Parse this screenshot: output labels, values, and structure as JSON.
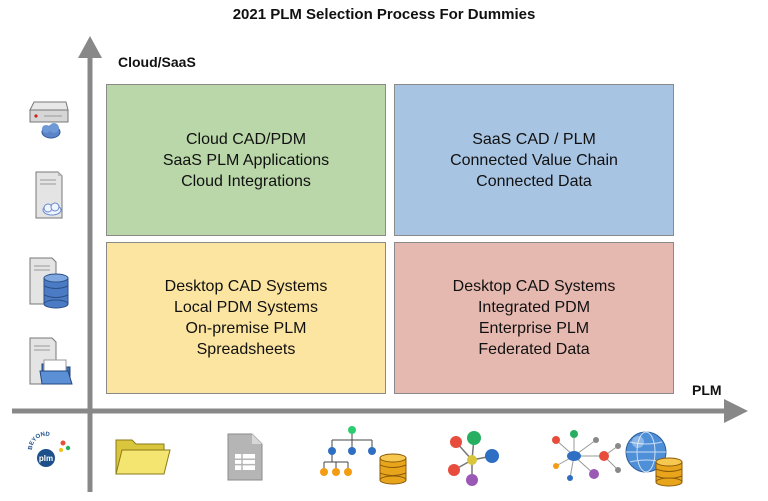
{
  "title": "2021 PLM Selection Process For Dummies",
  "axes": {
    "y_label": "Cloud/SaaS",
    "x_label": "PLM"
  },
  "quadrants": {
    "top_left": {
      "lines": [
        "Cloud CAD/PDM",
        "SaaS PLM Applications",
        "Cloud Integrations"
      ],
      "color": "#b9d7a8"
    },
    "top_right": {
      "lines": [
        "SaaS CAD / PLM",
        "Connected Value Chain",
        "Connected Data"
      ],
      "color": "#a8c4e3"
    },
    "bottom_left": {
      "lines": [
        "Desktop CAD Systems",
        "Local PDM Systems",
        "On-premise PLM",
        "Spreadsheets"
      ],
      "color": "#fce5a1"
    },
    "bottom_right": {
      "lines": [
        "Desktop CAD Systems",
        "Integrated PDM",
        "Enterprise PLM",
        "Federated Data"
      ],
      "color": "#e6b9b0"
    }
  },
  "logo": {
    "top": "BEYOND",
    "bottom": "plm"
  },
  "y_icons": [
    "cloud-server-rack-icon",
    "cloud-server-tower-icon",
    "database-server-icon",
    "file-server-icon"
  ],
  "x_icons": [
    "folder-icon",
    "spreadsheet-document-icon",
    "hierarchy-database-icon",
    "connected-nodes-icon",
    "data-network-icon",
    "globe-database-icon"
  ]
}
